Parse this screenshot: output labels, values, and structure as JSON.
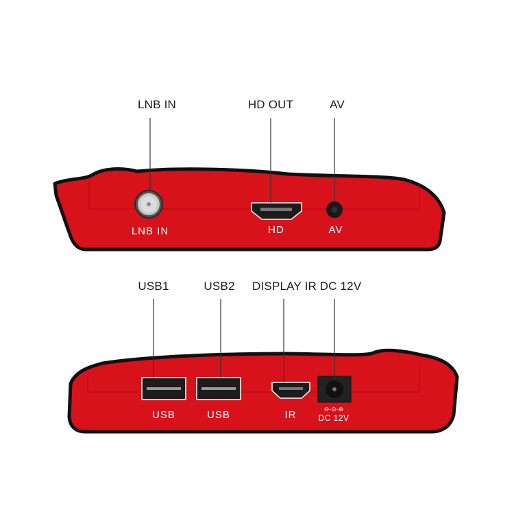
{
  "colors": {
    "body": "#d8121b",
    "outline": "#111111",
    "panel_line": "#a80d14",
    "port": "#1c1c1c"
  },
  "top_panel": {
    "callouts": {
      "lnb": "LNB IN",
      "hd": "HD OUT",
      "av": "AV"
    },
    "ports": {
      "lnb": "LNB IN",
      "hd": "HD",
      "av": "AV"
    }
  },
  "bottom_panel": {
    "callouts": {
      "usb1": "USB1",
      "usb2": "USB2",
      "ir": "DISPLAY IR",
      "dc": "DC 12V"
    },
    "ports": {
      "usb1": "USB",
      "usb2": "USB",
      "ir": "IR",
      "dc": "DC 12V",
      "dc_polarity": "⊖-⊙-⊕"
    }
  }
}
